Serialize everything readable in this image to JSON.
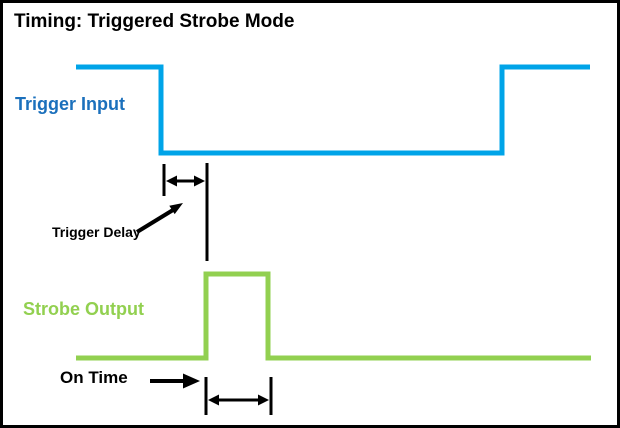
{
  "title": "Timing: Triggered Strobe Mode",
  "signals": {
    "trigger_input": {
      "label": "Trigger Input",
      "line_color": "#00A4E8",
      "label_color": "#1B70BC",
      "states": [
        "high",
        "low",
        "high"
      ]
    },
    "strobe_output": {
      "label": "Strobe Output",
      "line_color": "#92D050",
      "label_color": "#92D050",
      "states": [
        "low",
        "high",
        "low"
      ]
    }
  },
  "annotations": {
    "color": "#000000",
    "trigger_delay": {
      "label": "Trigger Delay"
    },
    "on_time": {
      "label": "On Time"
    }
  }
}
